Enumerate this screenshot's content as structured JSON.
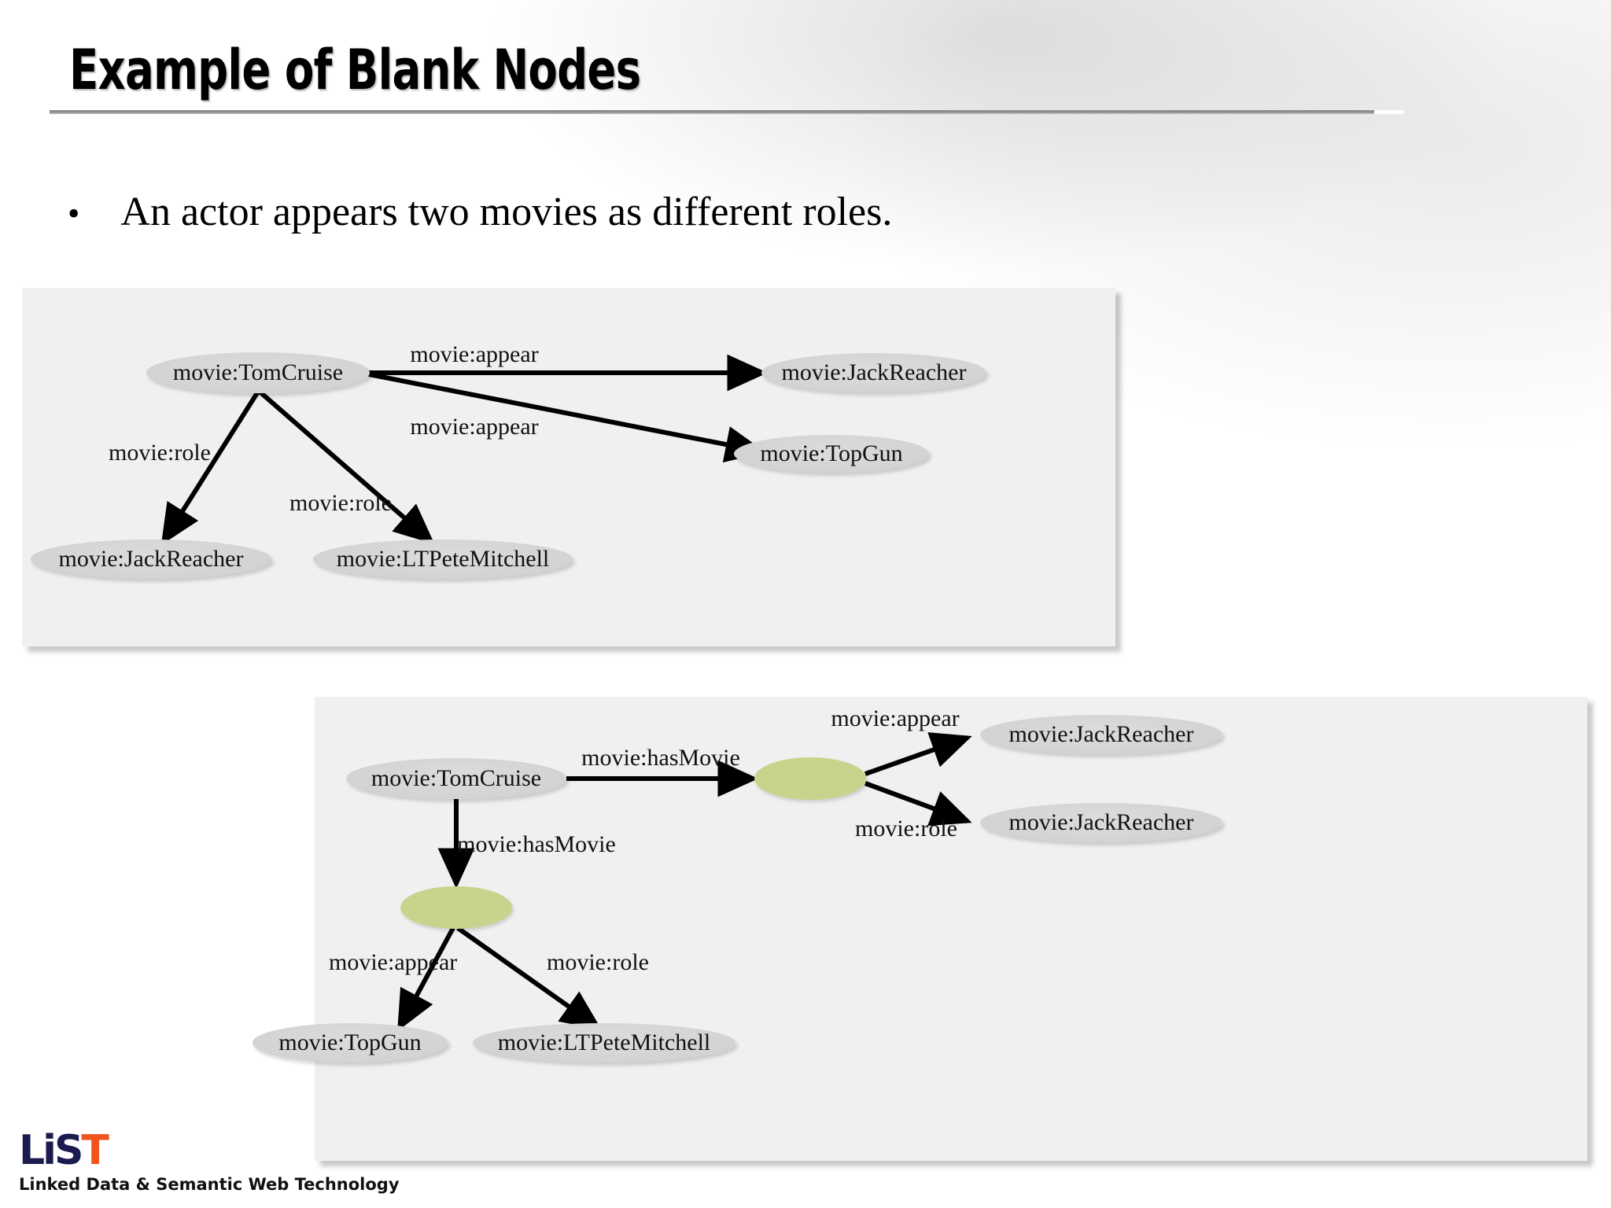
{
  "slide": {
    "title": "Example of Blank Nodes",
    "bullet_marker": "•",
    "bullet_text": "An actor appears two movies as different roles."
  },
  "footer": {
    "logo_part1": "Li",
    "logo_part2": "S",
    "logo_part3": "T",
    "tagline": "Linked Data & Semantic Web Technology"
  },
  "colors": {
    "panel_bg": "#f0f0f0",
    "node_grey": "#d4d4d4",
    "node_green": "#c7d58c",
    "edge": "#000000",
    "logo_navy": "#1b1b4f",
    "logo_orange": "#f0531c"
  },
  "diagram_top": {
    "nodes": [
      {
        "id": "tomcruise",
        "label": "movie:TomCruise",
        "kind": "grey"
      },
      {
        "id": "jackreacher_movie",
        "label": "movie:JackReacher",
        "kind": "grey"
      },
      {
        "id": "topgun",
        "label": "movie:TopGun",
        "kind": "grey"
      },
      {
        "id": "jackreacher_role",
        "label": "movie:JackReacher",
        "kind": "grey"
      },
      {
        "id": "ltpete",
        "label": "movie:LTPeteMitchell",
        "kind": "grey"
      }
    ],
    "edges": [
      {
        "from": "tomcruise",
        "to": "jackreacher_movie",
        "label": "movie:appear"
      },
      {
        "from": "tomcruise",
        "to": "topgun",
        "label": "movie:appear"
      },
      {
        "from": "tomcruise",
        "to": "jackreacher_role",
        "label": "movie:role"
      },
      {
        "from": "tomcruise",
        "to": "ltpete",
        "label": "movie:role"
      }
    ]
  },
  "diagram_bottom": {
    "nodes": [
      {
        "id": "tomcruise2",
        "label": "movie:TomCruise",
        "kind": "grey"
      },
      {
        "id": "blank1",
        "label": "",
        "kind": "green"
      },
      {
        "id": "blank2",
        "label": "",
        "kind": "green"
      },
      {
        "id": "jr_appear",
        "label": "movie:JackReacher",
        "kind": "grey"
      },
      {
        "id": "jr_role",
        "label": "movie:JackReacher",
        "kind": "grey"
      },
      {
        "id": "topgun2",
        "label": "movie:TopGun",
        "kind": "grey"
      },
      {
        "id": "ltpete2",
        "label": "movie:LTPeteMitchell",
        "kind": "grey"
      }
    ],
    "edges": [
      {
        "from": "tomcruise2",
        "to": "blank1",
        "label": "movie:hasMovie"
      },
      {
        "from": "tomcruise2",
        "to": "blank2",
        "label": "movie:hasMovie"
      },
      {
        "from": "blank1",
        "to": "jr_appear",
        "label": "movie:appear"
      },
      {
        "from": "blank1",
        "to": "jr_role",
        "label": "movie:role"
      },
      {
        "from": "blank2",
        "to": "topgun2",
        "label": "movie:appear"
      },
      {
        "from": "blank2",
        "to": "ltpete2",
        "label": "movie:role"
      }
    ]
  }
}
